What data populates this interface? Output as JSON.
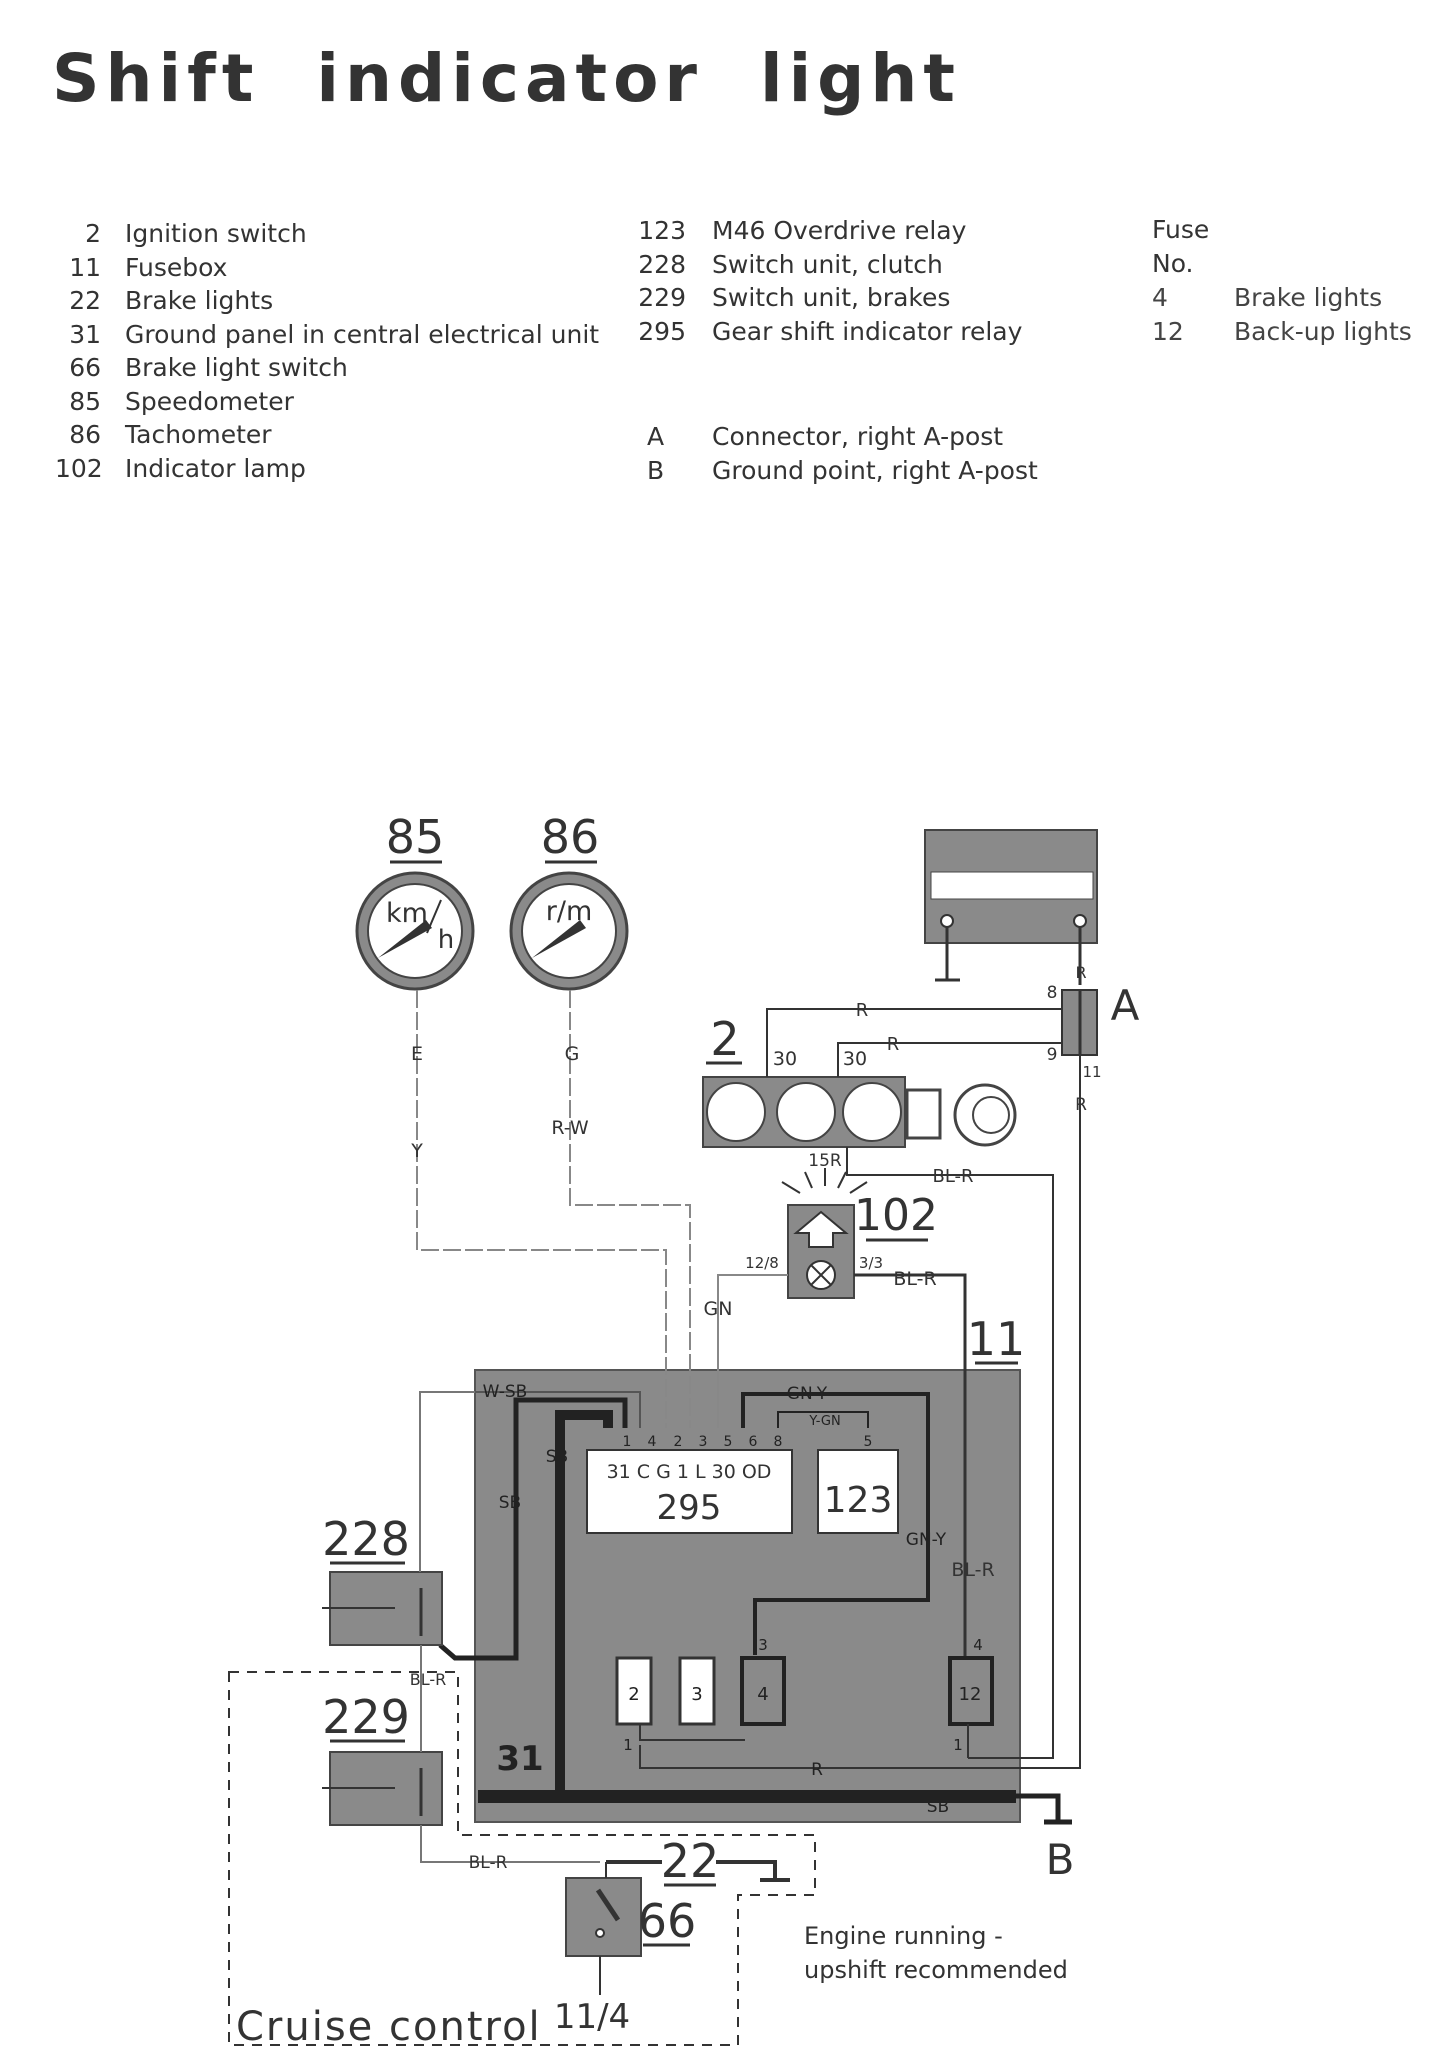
{
  "title": "Shift indicator light",
  "legend_components": [
    {
      "num": "2",
      "label": "Ignition switch"
    },
    {
      "num": "11",
      "label": "Fusebox"
    },
    {
      "num": "22",
      "label": "Brake lights"
    },
    {
      "num": "31",
      "label": "Ground panel in central electrical unit"
    },
    {
      "num": "66",
      "label": "Brake light switch"
    },
    {
      "num": "85",
      "label": "Speedometer"
    },
    {
      "num": "86",
      "label": "Tachometer"
    },
    {
      "num": "102",
      "label": "Indicator lamp"
    }
  ],
  "legend_components_2": [
    {
      "num": "123",
      "label": "M46 Overdrive relay"
    },
    {
      "num": "228",
      "label": "Switch unit, clutch"
    },
    {
      "num": "229",
      "label": "Switch unit, brakes"
    },
    {
      "num": "295",
      "label": "Gear shift indicator relay"
    }
  ],
  "legend_points": [
    {
      "num": "A",
      "label": "Connector, right A-post"
    },
    {
      "num": "B",
      "label": "Ground point, right A-post"
    }
  ],
  "fuse_header_1": "Fuse",
  "fuse_header_2": "No.",
  "fuses": [
    {
      "num": "4",
      "label": "Brake lights"
    },
    {
      "num": "12",
      "label": "Back-up lights"
    }
  ],
  "diagram": {
    "comp_85": "85",
    "comp_86": "86",
    "speedo_unit": "km",
    "speedo_unit2": "h",
    "tacho_unit": "r/m",
    "comp_2": "2",
    "comp_102": "102",
    "comp_11": "11",
    "comp_228": "228",
    "comp_229": "229",
    "comp_295": "295",
    "comp_123": "123",
    "comp_31": "31",
    "comp_22": "22",
    "comp_66": "66",
    "point_A": "A",
    "point_B": "B",
    "relay_pins": "31 C G 1 L 30 OD",
    "pin_numbers": [
      "1",
      "4",
      "2",
      "3",
      "5",
      "6",
      "8",
      "5"
    ],
    "terminal_30a": "30",
    "terminal_30b": "30",
    "terminal_15r": "15R",
    "term_8": "8",
    "term_9": "9",
    "term_11": "11",
    "lamp_pin_left": "12/8",
    "lamp_pin_right": "3/3",
    "fuse_slot_2": "2",
    "fuse_slot_3": "3",
    "fuse_slot_4": "4",
    "fuse_slot_12": "12",
    "fuse_top_3": "3",
    "fuse_top_4": "4",
    "fuse_bottom_1a": "1",
    "fuse_bottom_1b": "1",
    "fuse_ref": "11/4",
    "wires": {
      "E": "E",
      "Y": "Y",
      "G": "G",
      "RW": "R-W",
      "R1": "R",
      "R2": "R",
      "R3": "R",
      "R4": "R",
      "BLR1": "BL-R",
      "BLR2": "BL-R",
      "BLR3": "BL-R",
      "BLR4": "BL-R",
      "BLR5": "BL-R",
      "GN": "GN",
      "WSB": "W-SB",
      "SB1": "SB",
      "SB2": "SB",
      "SB3": "SB",
      "GNY1": "GN-Y",
      "GNY2": "GN-Y",
      "YGN": "Y-GN"
    },
    "note_line1": "Engine running -",
    "note_line2": "upshift recommended",
    "cruise": "Cruise control"
  }
}
